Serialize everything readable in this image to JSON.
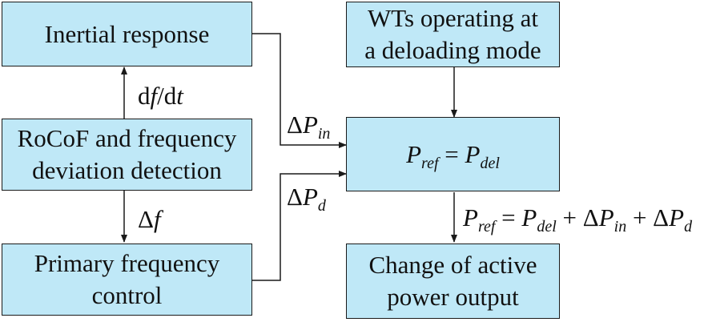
{
  "boxes": {
    "inertial": {
      "line1": "Inertial response"
    },
    "rocof": {
      "line1": "RoCoF and frequency",
      "line2": "deviation detection"
    },
    "primary": {
      "line1": "Primary frequency",
      "line2": "control"
    },
    "wts": {
      "line1": "WTs operating at",
      "line2": "a deloading mode"
    },
    "change": {
      "line1": "Change of active",
      "line2": "power output"
    },
    "pref": {
      "p": "P",
      "ref": "ref",
      "eq": " = ",
      "p2": "P",
      "del": "del"
    }
  },
  "labels": {
    "dfdt": {
      "d1": "d",
      "f": "f",
      "slash": "/d",
      "t": "t"
    },
    "df": {
      "delta": "Δ",
      "f": "f"
    },
    "dpin": {
      "delta": "Δ",
      "p": "P",
      "sub": "in"
    },
    "dpd": {
      "delta": "Δ",
      "p": "P",
      "sub": "d"
    },
    "sum": {
      "p": "P",
      "ref": "ref",
      "eq": " = ",
      "p2": "P",
      "del": "del",
      "plus1": " + Δ",
      "p3": "P",
      "in": "in",
      "plus2": " + Δ",
      "p4": "P",
      "d": "d"
    }
  },
  "colors": {
    "box_fill": "#bfe8f7",
    "stroke": "#1a1a1a"
  }
}
